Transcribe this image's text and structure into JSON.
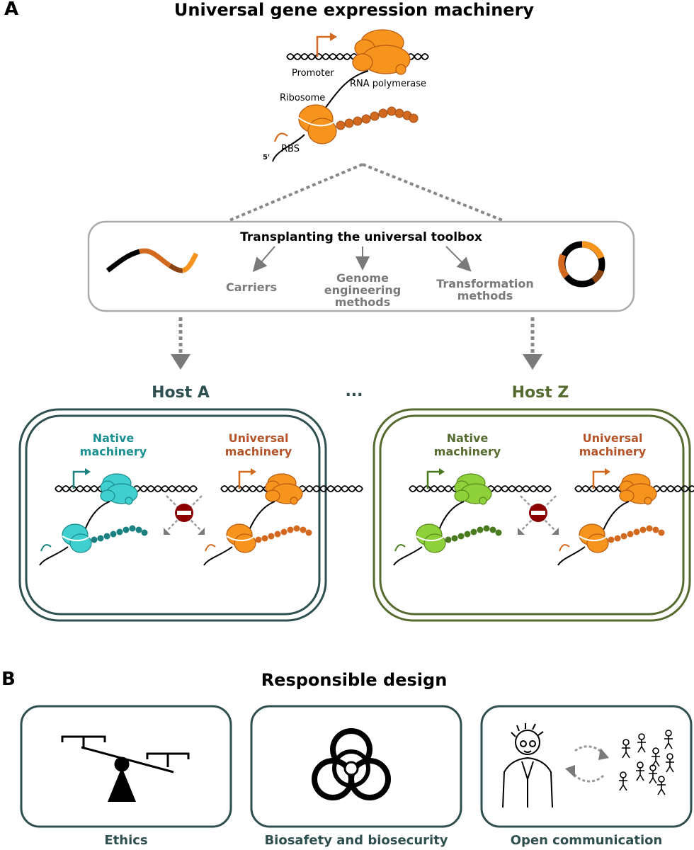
{
  "panel_a": {
    "letter": "A",
    "title": "Universal gene expression machinery",
    "labels": {
      "promoter": "Promoter",
      "rna_polymerase": "RNA polymerase",
      "ribosome": "Ribosome",
      "rbs": "RBS",
      "five_prime": "5'"
    },
    "toolbox": {
      "title": "Transplanting the universal toolbox",
      "items": [
        "Carriers",
        "Genome engineering methods",
        "Transformation methods"
      ]
    },
    "ellipsis": "...",
    "hosts": [
      {
        "title": "Host A",
        "native_label": "Native machinery",
        "universal_label": "Universal machinery",
        "color": "#2f5050",
        "native_color": "#3fcfcf"
      },
      {
        "title": "Host Z",
        "native_label": "Native machinery",
        "universal_label": "Universal machinery",
        "color": "#556b2f",
        "native_color": "#8fd13a"
      }
    ]
  },
  "panel_b": {
    "letter": "B",
    "title": "Responsible design",
    "cards": [
      {
        "label": "Ethics",
        "icon": "scale-icon"
      },
      {
        "label": "Biosafety and biosecurity",
        "icon": "biohazard-icon"
      },
      {
        "label": "Open communication",
        "icon": "scientist-public-icon"
      }
    ]
  },
  "colors": {
    "universal": "#f7941d",
    "universal_dark": "#d2691e",
    "native_a": "#3fcfcf",
    "native_z": "#8fd13a",
    "frame_a": "#2f5050",
    "frame_z": "#556b2f",
    "arrow_grey": "#7a7a7a",
    "no_entry": "#8b0000"
  }
}
